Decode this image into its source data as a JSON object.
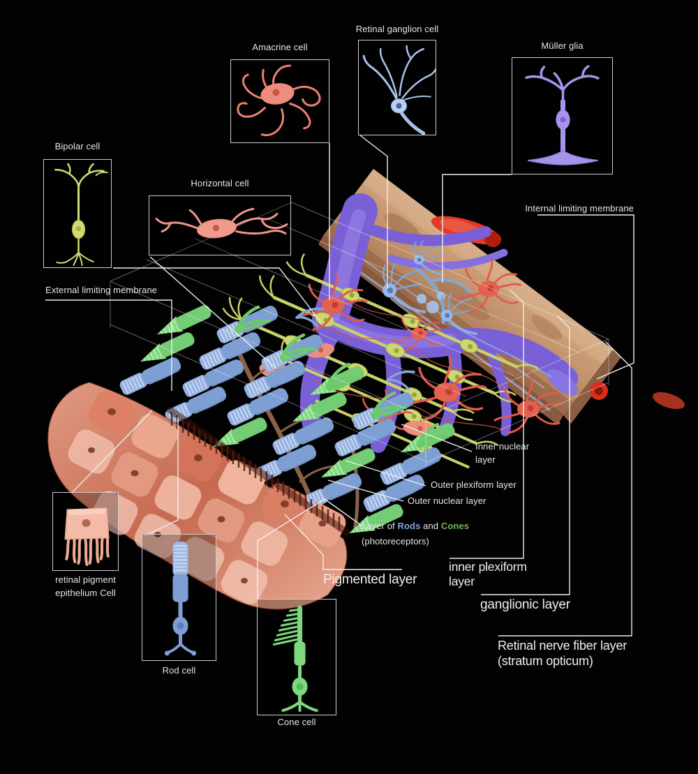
{
  "cells": {
    "bipolar": {
      "label": "Bipolar cell",
      "color": "#ced670"
    },
    "amacrine": {
      "label": "Amacrine cell",
      "color": "#ee8c7e"
    },
    "retinal_ganglion": {
      "label": "Retinal ganglion cell",
      "color": "#aac4e8"
    },
    "muller_glia": {
      "label": "Müller glia",
      "color": "#a793ea"
    },
    "horizontal": {
      "label": "Horizontal cell",
      "color": "#f09a8e"
    },
    "pigment_epithelium": {
      "label": "retinal pigment epithelium Cell",
      "color": "#f4bca8"
    },
    "rod": {
      "label": "Rod cell",
      "color": "#7e9fd4"
    },
    "cone": {
      "label": "Cone cell",
      "color": "#7ed87e"
    }
  },
  "layers": {
    "external_limiting_membrane": "External limiting membrane",
    "internal_limiting_membrane": "Internal limiting membrane",
    "inner_nuclear": "Inner nuclear layer",
    "outer_plexiform": "Outer plexiform layer",
    "outer_nuclear": "Outer nuclear layer",
    "photoreceptor_prefix": "Layer of ",
    "rods_word": "Rods",
    "conjunction": " and ",
    "cones_word": "Cones",
    "photoreceptor_suffix": "(photoreceptors)",
    "pigmented": "Pigmented layer",
    "inner_plexiform": "inner plexiform layer",
    "ganglionic": "ganglionic layer",
    "nerve_fiber": "Retinal nerve fiber layer (stratum opticum)"
  },
  "colors": {
    "background": "#020202",
    "box_border": "#cfcfcf",
    "label_text": "#e6e6e6",
    "membrane_tan": "#c39a74",
    "vessel_red": "#e23a28",
    "muller_purple": "#7a60d6",
    "bipolar_yellow": "#c9d168",
    "amacrine_red": "#e4614f",
    "ganglion_blue": "#97b7e6",
    "rod_blue": "#7e9fd4",
    "cone_green": "#7ed87e",
    "epithelium_salmon": "#dd8066",
    "rods_word_blue": "#7ba4dd",
    "cones_word_green": "#74b757"
  }
}
